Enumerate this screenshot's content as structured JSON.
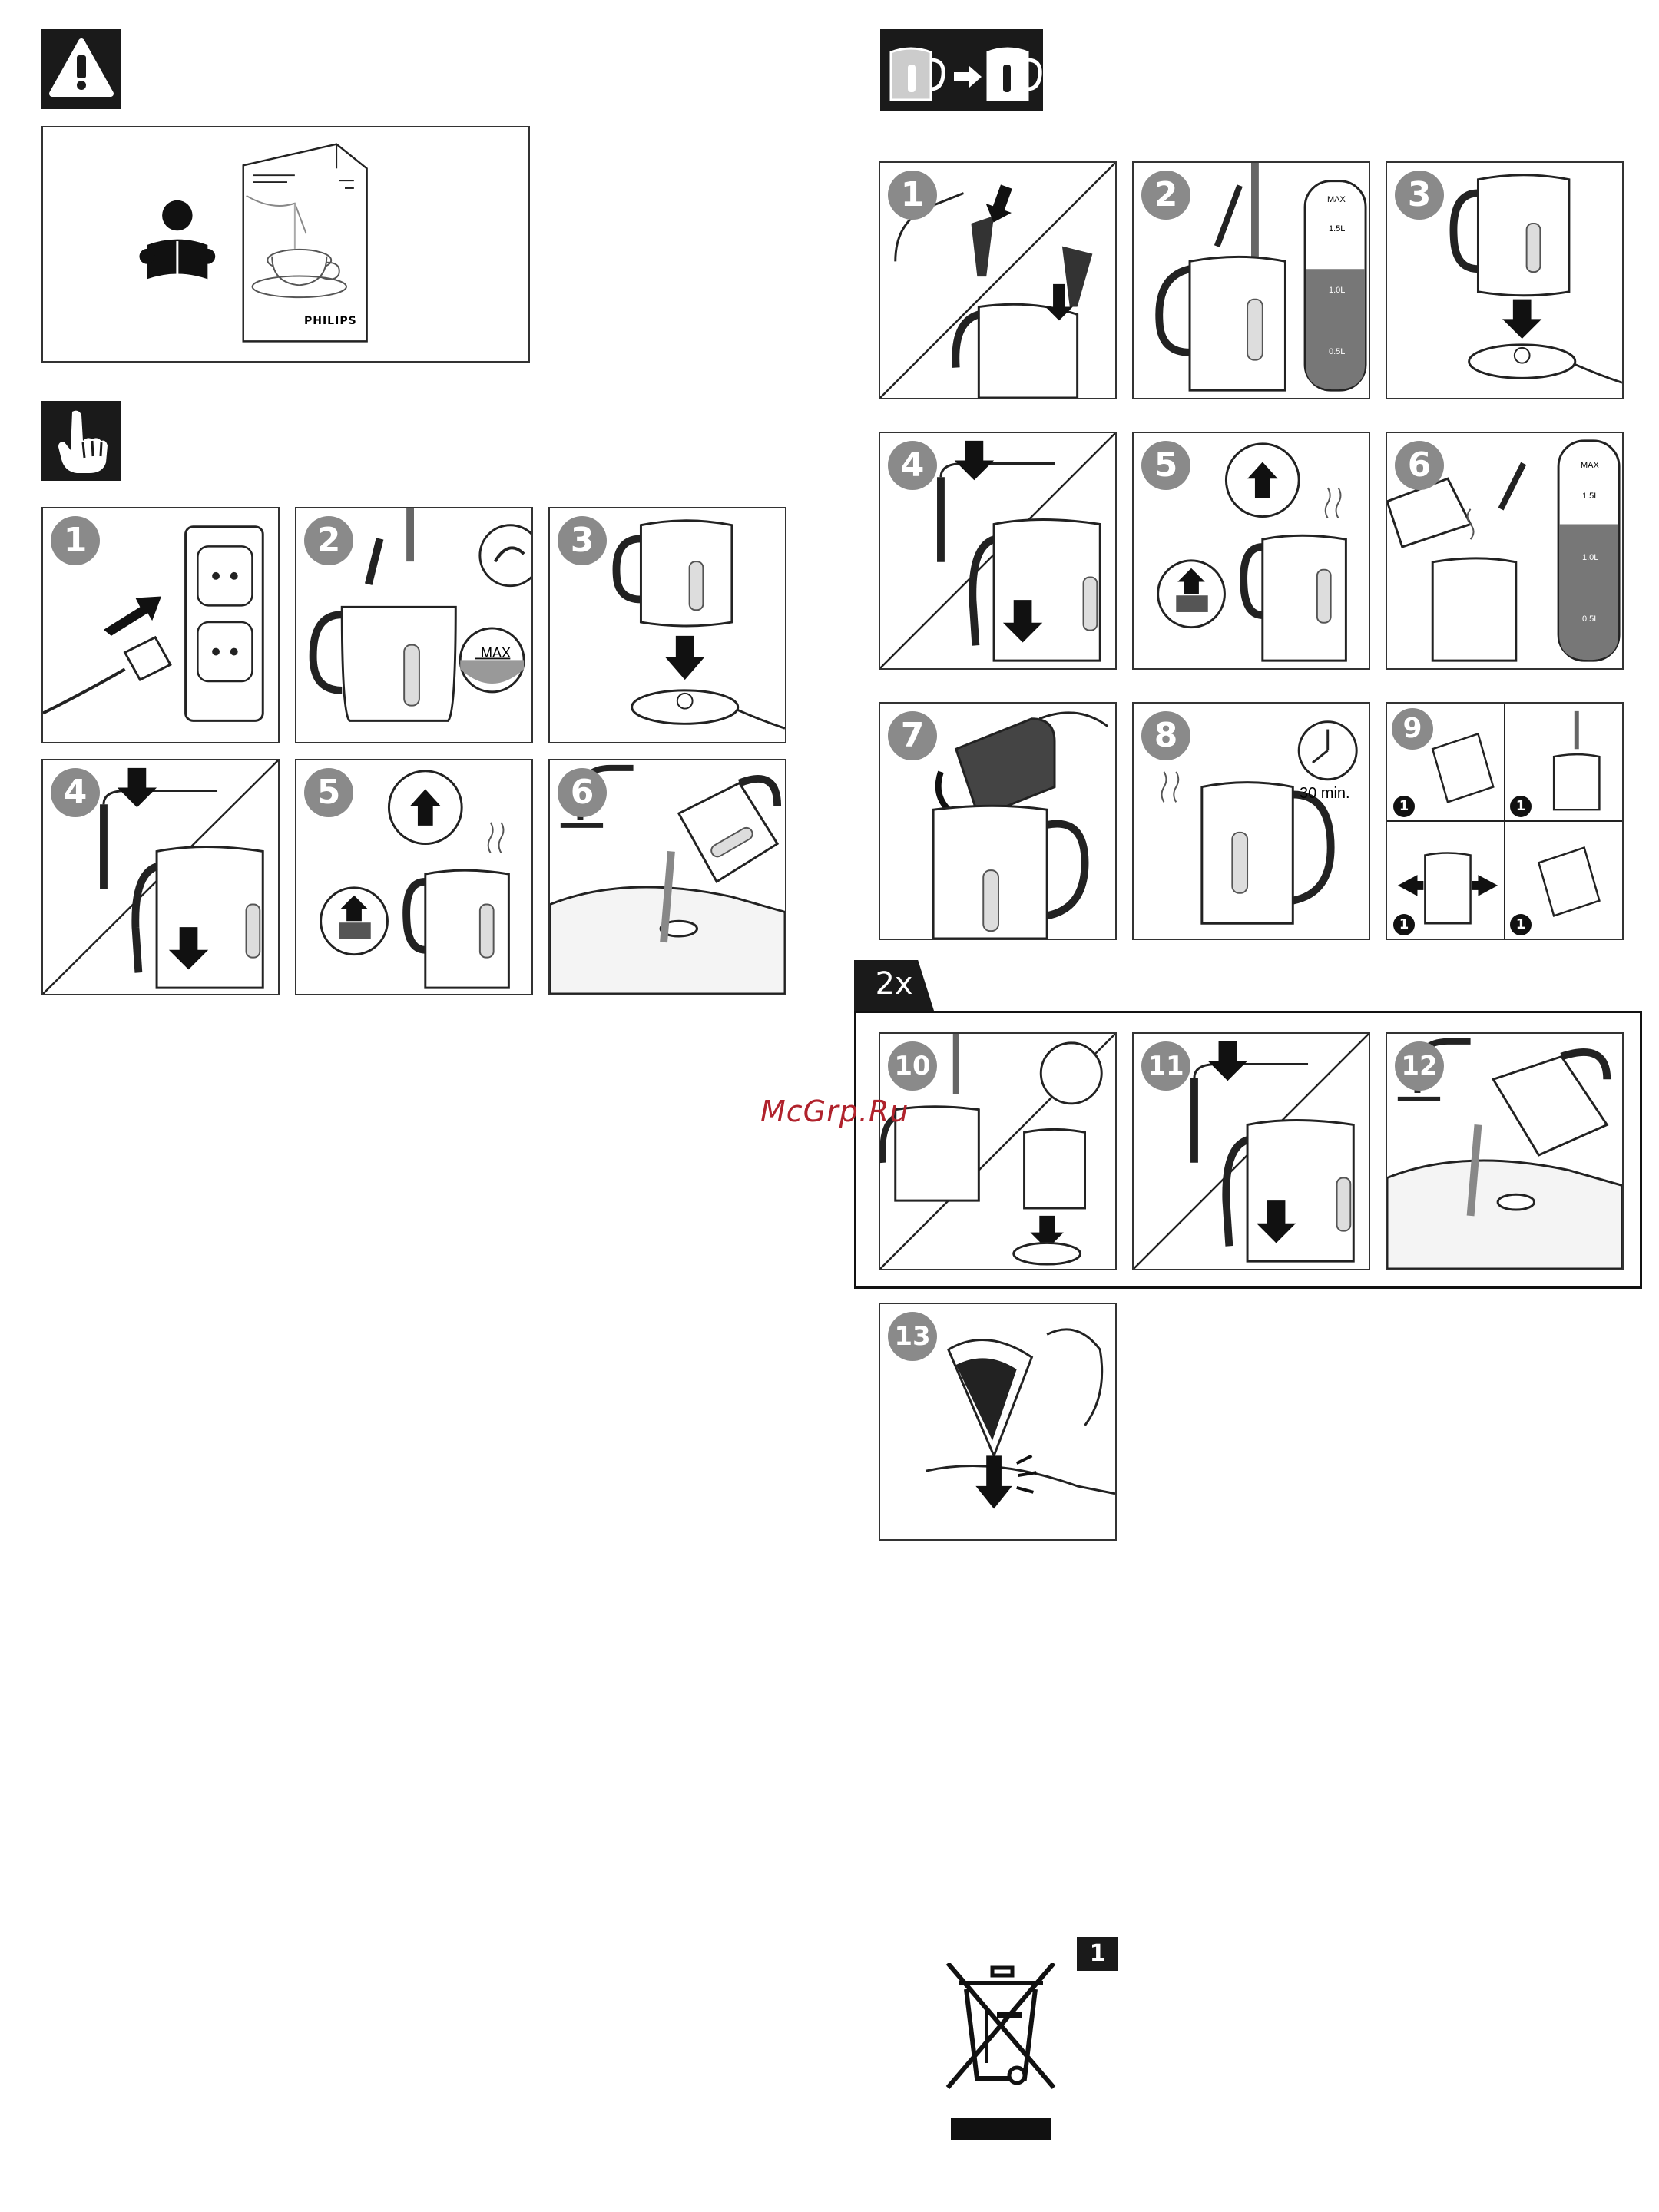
{
  "watermark": "McGrp.Ru",
  "booklet": {
    "brand": "PHILIPS"
  },
  "step_labels": {
    "left": [
      "1",
      "2",
      "3",
      "4",
      "5",
      "6"
    ],
    "right": [
      "1",
      "2",
      "3",
      "4",
      "5",
      "6",
      "7",
      "8",
      "9"
    ],
    "repeat": [
      "10",
      "11",
      "12"
    ],
    "final": [
      "13"
    ]
  },
  "substeps": [
    "1",
    "1",
    "1",
    "1"
  ],
  "max_label": "MAX",
  "scale_labels": [
    "MAX",
    "1.5L",
    "1.0L",
    "0.5L"
  ],
  "timer_label": "30 min.",
  "repeat_badge": "2x",
  "weee_badge": "1",
  "colors": {
    "header": "#1a1a1a",
    "panel_border": "#333333",
    "step_circle": "#8a8a8a",
    "watermark": "#b0222c"
  }
}
